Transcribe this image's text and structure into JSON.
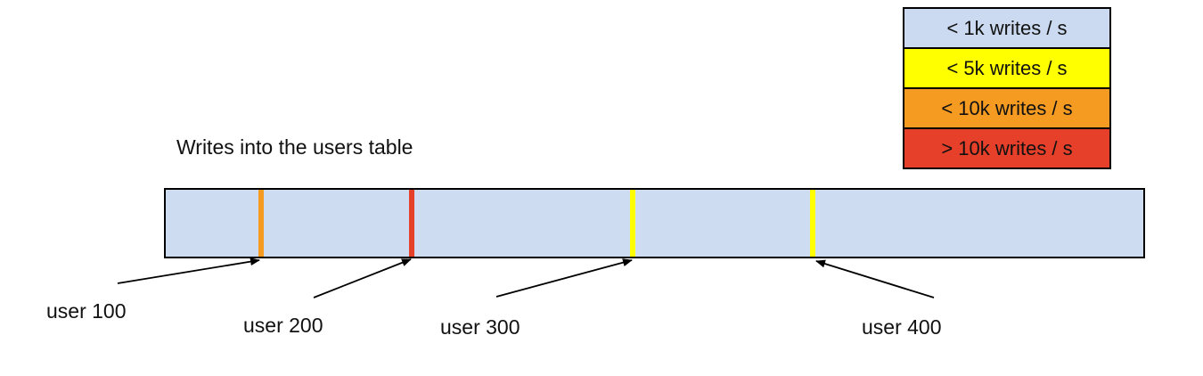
{
  "title": "Writes into the users table",
  "legend": {
    "items": [
      {
        "label": "< 1k writes / s",
        "color": "#cbdaf0"
      },
      {
        "label": "< 5k writes / s",
        "color": "#ffff00"
      },
      {
        "label": "< 10k writes / s",
        "color": "#f59b22"
      },
      {
        "label": "> 10k writes / s",
        "color": "#e6402a"
      }
    ]
  },
  "bar": {
    "fill_color": "#cddcf0",
    "border_color": "#000000",
    "markers": [
      {
        "label": "user 100",
        "color": "#f59b22"
      },
      {
        "label": "user 200",
        "color": "#e6402a"
      },
      {
        "label": "user 300",
        "color": "#ffff00"
      },
      {
        "label": "user 400",
        "color": "#ffff00"
      }
    ]
  }
}
